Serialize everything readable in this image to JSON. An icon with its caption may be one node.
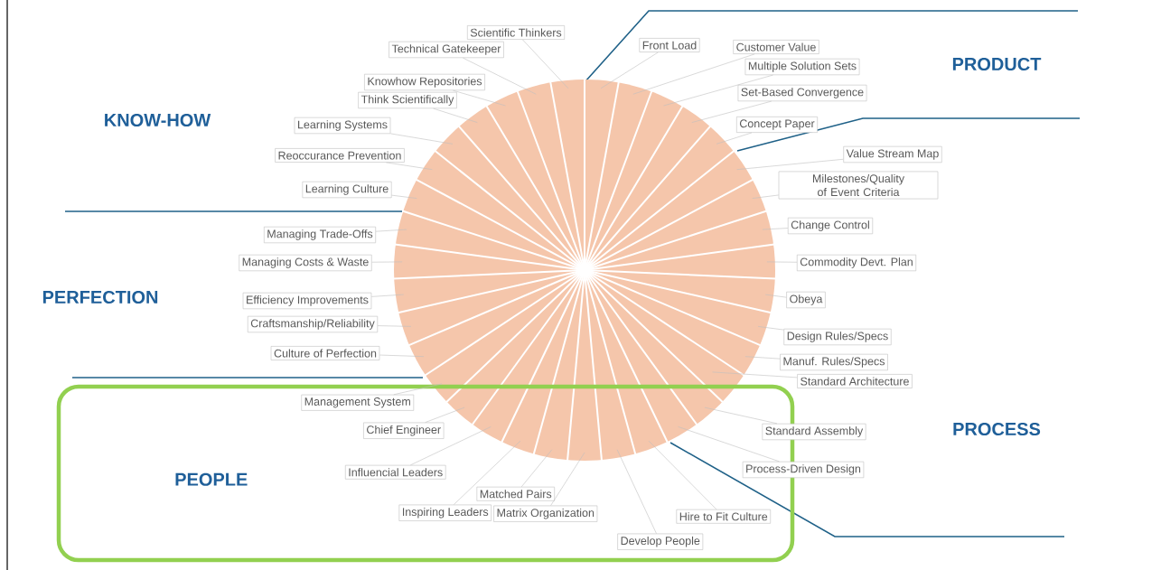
{
  "diagram": {
    "nodes": [
      {
        "text": [
          "PEOPLE"
        ]
      },
      {
        "text": [
          "Front Load"
        ]
      },
      {
        "text": [
          "Customer Value"
        ]
      },
      {
        "text": [
          "Multiple Solution Sets"
        ]
      },
      {
        "text": [
          "Set-Based Convergence"
        ]
      },
      {
        "text": [
          "Concept Paper"
        ]
      },
      {
        "text": [
          "Value Stream Map"
        ]
      },
      {
        "text": [
          "Milestones/Quality of Event Criteria"
        ]
      },
      {
        "text": [
          "Change Control"
        ]
      },
      {
        "text": [
          "Commodity Devt. Plan"
        ]
      },
      {
        "text": [
          "Obeya"
        ]
      },
      {
        "text": [
          "Design Rules/Specs"
        ]
      },
      {
        "text": [
          "Manuf. Rules/Specs"
        ]
      },
      {
        "text": [
          "Standard Architecture"
        ]
      },
      {
        "text": [
          "Standard Assembly"
        ]
      },
      {
        "text": [
          "Process-Driven Design"
        ]
      },
      {
        "text": [
          "Hire to Fit Culture"
        ],
        "in": 0
      },
      {
        "text": [
          "Develop People"
        ],
        "in": 0
      },
      {
        "text": [
          "Matrix Organization"
        ],
        "in": 0
      },
      {
        "text": [
          "Matched Pairs"
        ],
        "in": 0
      },
      {
        "text": [
          "Inspiring Leaders"
        ],
        "in": 0
      },
      {
        "text": [
          "Influencial Leaders"
        ],
        "in": 0
      },
      {
        "text": [
          "Chief Engineer"
        ],
        "in": 0
      },
      {
        "text": [
          "Management System"
        ],
        "in": 0
      },
      {
        "text": [
          "Culture of Perfection"
        ]
      },
      {
        "text": [
          "Craftsmanship/Reliability"
        ]
      },
      {
        "text": [
          "Efficiency Improvements"
        ]
      },
      {
        "text": [
          "Managing Costs & Waste"
        ]
      },
      {
        "text": [
          "Managing Trade-Offs"
        ]
      },
      {
        "text": [
          "Learning Culture"
        ]
      },
      {
        "text": [
          "Reoccurance Prevention"
        ]
      },
      {
        "text": [
          "Learning Systems"
        ]
      },
      {
        "text": [
          "Think Scientifically"
        ]
      },
      {
        "text": [
          "Knowhow Repositories"
        ]
      },
      {
        "text": [
          "Technical Gatekeeper"
        ]
      },
      {
        "text": [
          "Scientific Thinkers"
        ]
      }
    ],
    "edges": [
      {
        "from": 1,
        "to": null,
        "arrow": "none"
      },
      {
        "from": 2,
        "to": null,
        "arrow": "none"
      },
      {
        "from": 3,
        "to": null,
        "arrow": "none"
      },
      {
        "from": 4,
        "to": null,
        "arrow": "none"
      },
      {
        "from": 5,
        "to": null,
        "arrow": "none"
      },
      {
        "from": 6,
        "to": null,
        "arrow": "none"
      },
      {
        "from": 7,
        "to": null,
        "arrow": "none"
      },
      {
        "from": 8,
        "to": null,
        "arrow": "none"
      },
      {
        "from": 9,
        "to": null,
        "arrow": "none"
      },
      {
        "from": 10,
        "to": null,
        "arrow": "none"
      },
      {
        "from": 11,
        "to": null,
        "arrow": "none"
      },
      {
        "from": 12,
        "to": null,
        "arrow": "none"
      },
      {
        "from": 13,
        "to": null,
        "arrow": "none"
      },
      {
        "from": 14,
        "to": null,
        "arrow": "none"
      },
      {
        "from": 15,
        "to": null,
        "arrow": "none"
      },
      {
        "from": 16,
        "to": null,
        "arrow": "none"
      },
      {
        "from": 17,
        "to": null,
        "arrow": "none"
      },
      {
        "from": 18,
        "to": null,
        "arrow": "none"
      },
      {
        "from": 19,
        "to": null,
        "arrow": "none"
      },
      {
        "from": 20,
        "to": null,
        "arrow": "none"
      },
      {
        "from": 21,
        "to": null,
        "arrow": "none"
      },
      {
        "from": 22,
        "to": null,
        "arrow": "none"
      },
      {
        "from": 23,
        "to": null,
        "arrow": "none"
      },
      {
        "from": 24,
        "to": null,
        "arrow": "none"
      },
      {
        "from": 25,
        "to": null,
        "arrow": "none"
      },
      {
        "from": 26,
        "to": null,
        "arrow": "none"
      },
      {
        "from": 27,
        "to": null,
        "arrow": "none"
      },
      {
        "from": 28,
        "to": null,
        "arrow": "none"
      },
      {
        "from": 29,
        "to": null,
        "arrow": "none"
      },
      {
        "from": 30,
        "to": null,
        "arrow": "none"
      },
      {
        "from": 31,
        "to": null,
        "arrow": "none"
      },
      {
        "from": 32,
        "to": null,
        "arrow": "none"
      },
      {
        "from": 33,
        "to": null,
        "arrow": "none"
      },
      {
        "from": 34,
        "to": null,
        "arrow": "none"
      },
      {
        "from": 35,
        "to": null,
        "arrow": "none"
      }
    ],
    "labels": [
      "KNOW-HOW",
      "PRODUCT",
      "PERFECTION",
      "PROCESS"
    ]
  }
}
